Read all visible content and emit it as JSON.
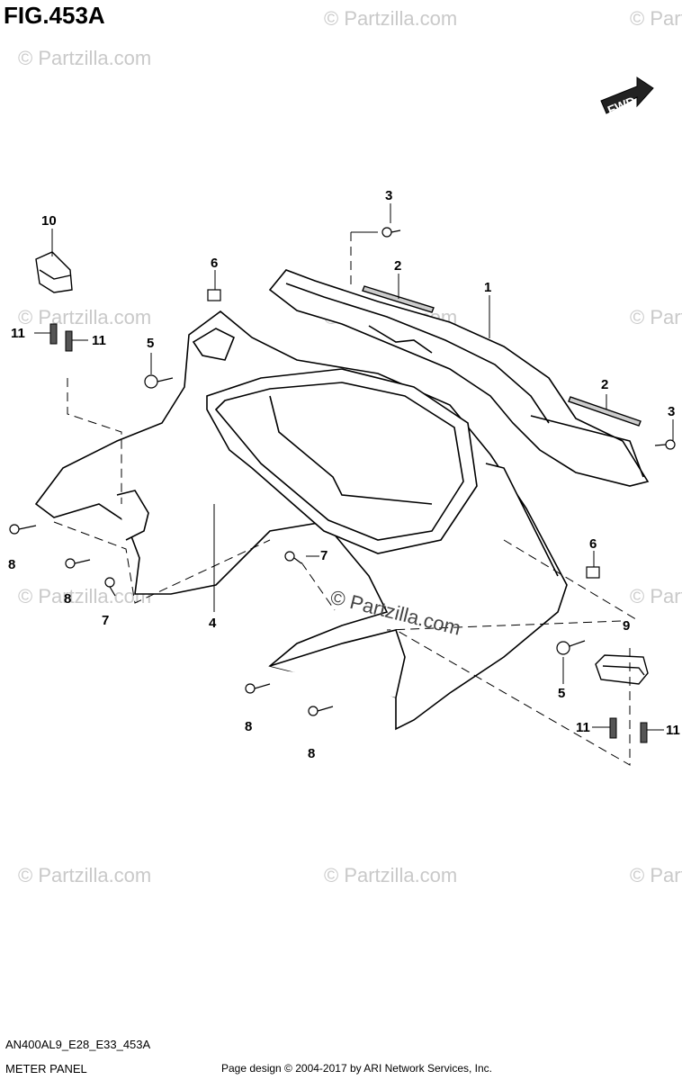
{
  "figure": {
    "title": "FIG.453A",
    "fwd_label": "FWD",
    "model_code": "AN400AL9_E28_E33_453A",
    "panel_name": "METER PANEL",
    "credit": "Page design © 2004-2017 by ARI Network Services, Inc."
  },
  "watermark": {
    "text": "© Partzilla.com",
    "center_text": "© Partzilla.com"
  },
  "callouts": [
    "1",
    "2",
    "2",
    "3",
    "3",
    "4",
    "5",
    "5",
    "6",
    "6",
    "7",
    "7",
    "8",
    "8",
    "8",
    "8",
    "9",
    "10",
    "11",
    "11",
    "11",
    "11"
  ]
}
